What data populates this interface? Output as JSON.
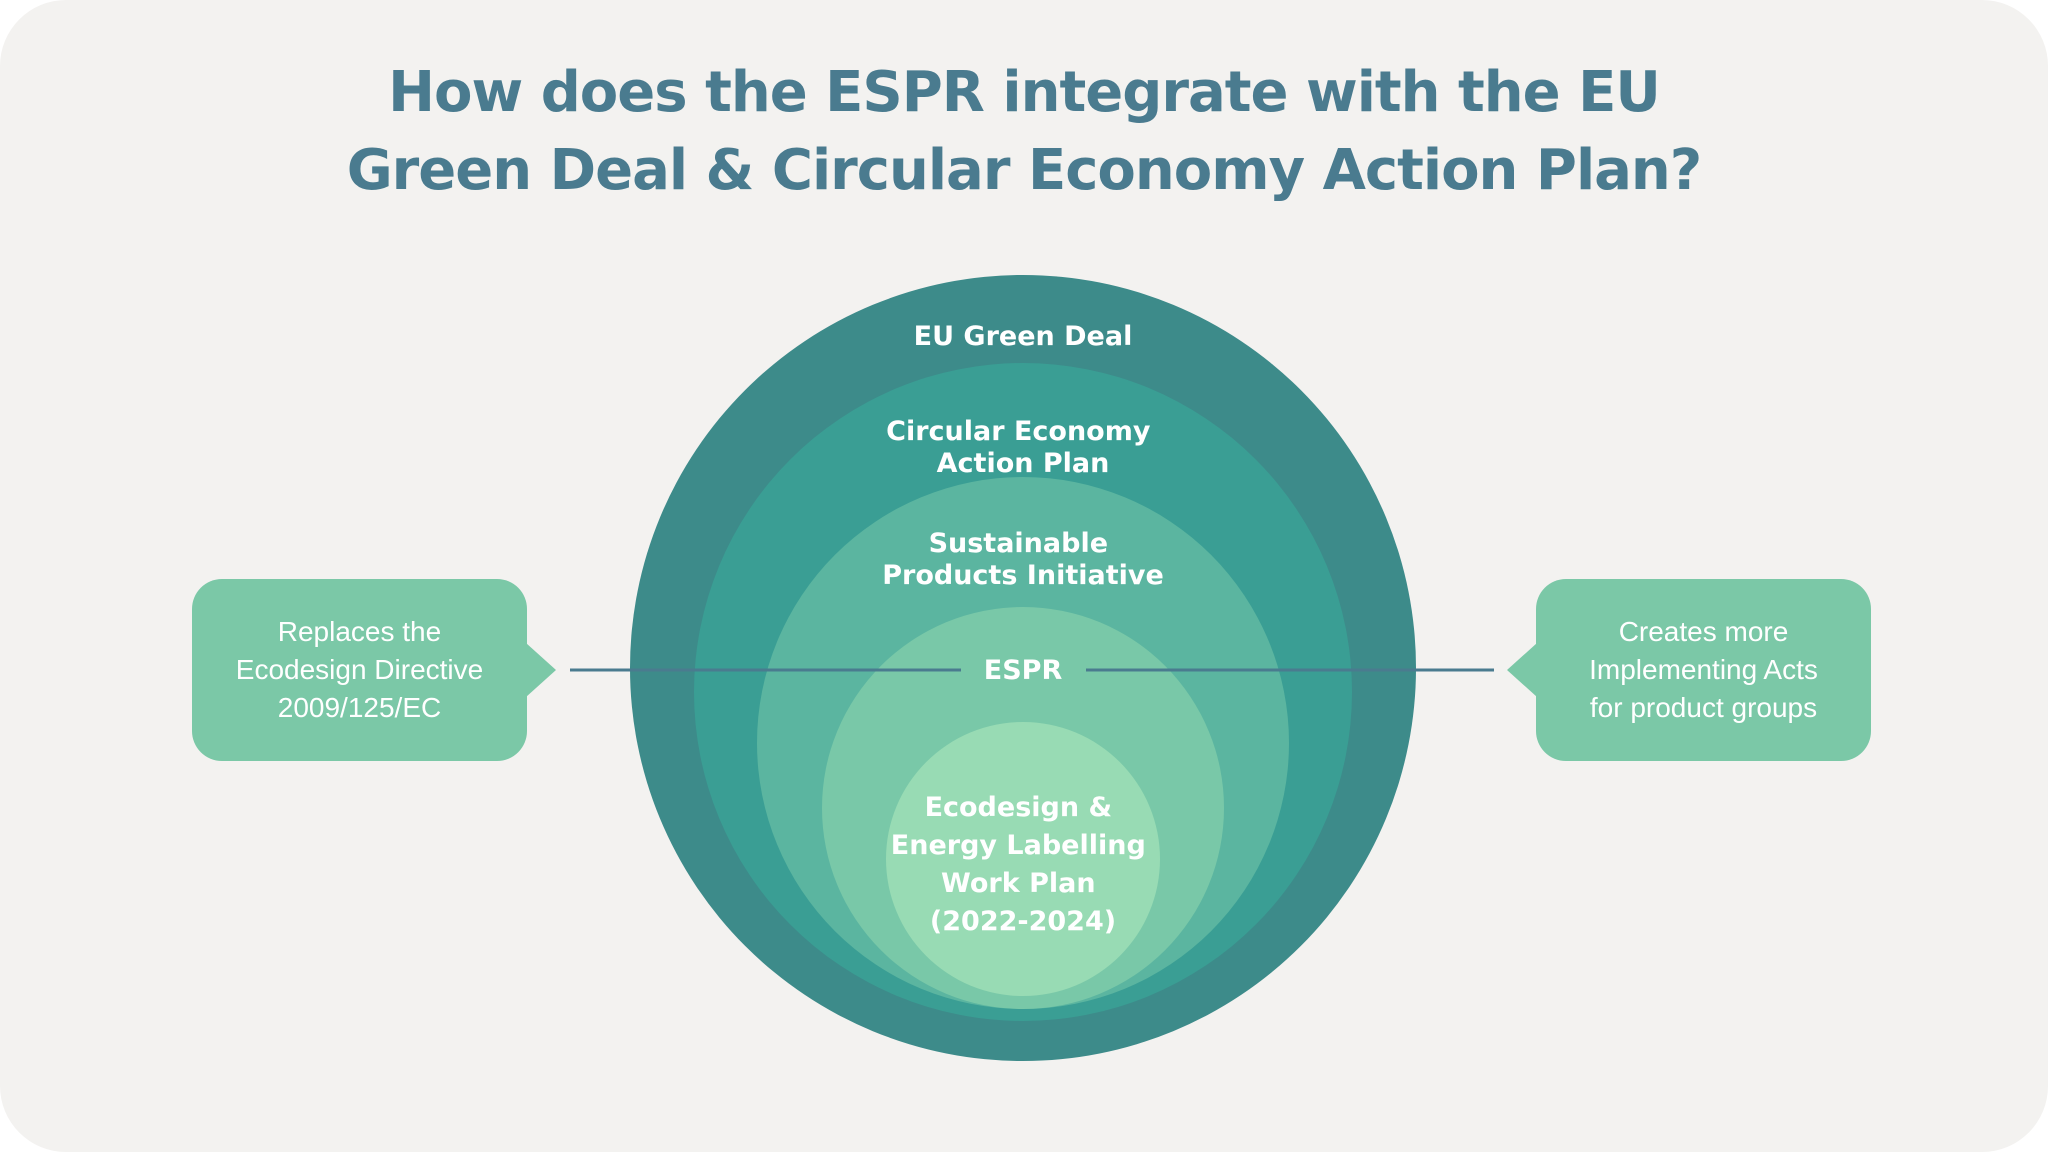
{
  "title": {
    "line1": "How does the ESPR integrate with the EU",
    "line2": "Green Deal & Circular Economy Action Plan?"
  },
  "rings": [
    {
      "key": "green_deal",
      "lines": [
        "EU Green Deal"
      ],
      "color": "#3d8b8a"
    },
    {
      "key": "ceap",
      "lines": [
        "Circular Economy",
        "Action Plan"
      ],
      "color": "#3a9e94"
    },
    {
      "key": "spi",
      "lines": [
        "Sustainable",
        "Products Initiative"
      ],
      "color": "#5bb5a0"
    },
    {
      "key": "espr",
      "lines": [
        "ESPR"
      ],
      "color": "#79c8a8"
    },
    {
      "key": "work_plan",
      "lines": [
        "Ecodesign &",
        "Energy Labelling",
        "Work Plan",
        "(2022-2024)"
      ],
      "color": "#98dbb4"
    }
  ],
  "callouts": {
    "left": {
      "lines": [
        "Replaces the",
        "Ecodesign Directive",
        "2009/125/EC"
      ]
    },
    "right": {
      "lines": [
        "Creates more",
        "Implementing Acts",
        "for product groups"
      ]
    }
  },
  "colors": {
    "background": "#f3f2f0",
    "title": "#4a7b8f",
    "connector": "#4a7b8f",
    "callout": "#7bc8a7"
  }
}
